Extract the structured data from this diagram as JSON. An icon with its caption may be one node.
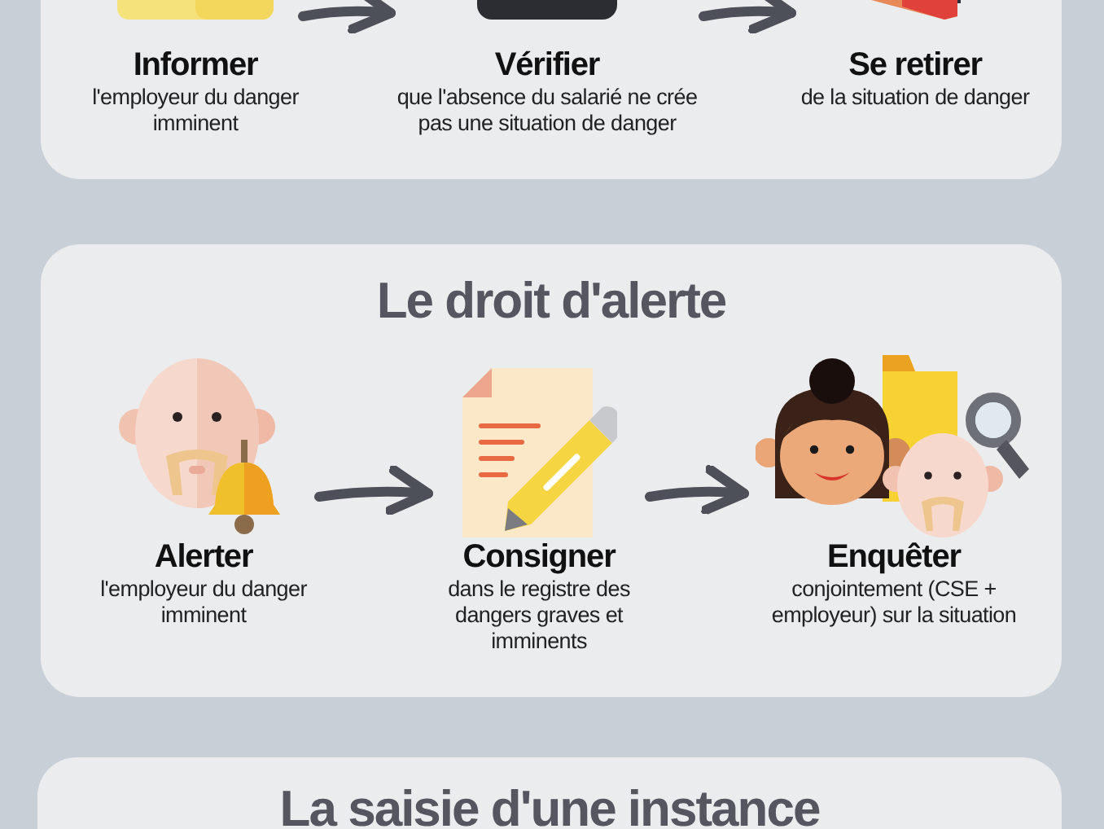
{
  "diagram": {
    "nodes": [
      {
        "text": [],
        "shape": "box"
      },
      {
        "text": [
          "Informer",
          "l'employeur du danger imminent"
        ],
        "in": 0
      },
      {
        "text": [
          "Vérifier",
          "que l'absence du salarié ne crée pas une situation de danger"
        ],
        "in": 0
      },
      {
        "text": [
          "Se retirer",
          "de la situation de danger"
        ],
        "in": 0
      },
      {
        "text": [
          "Le droit d'alerte"
        ]
      },
      {
        "text": [
          "Alerter",
          "l'employeur du danger imminent"
        ],
        "in": 4
      },
      {
        "text": [
          "Consigner",
          "dans le registre des dangers graves et imminents"
        ],
        "in": 4
      },
      {
        "text": [
          "Enquêter",
          "conjointement (CSE + employeur) sur la situation"
        ],
        "in": 4
      },
      {
        "text": [
          "La saisie d'une instance"
        ]
      }
    ],
    "edges": [
      {
        "from": 1,
        "to": 2,
        "arrow": "to"
      },
      {
        "from": 2,
        "to": 3,
        "arrow": "to"
      },
      {
        "from": 5,
        "to": 6,
        "arrow": "to"
      },
      {
        "from": 6,
        "to": 7,
        "arrow": "to"
      }
    ]
  }
}
